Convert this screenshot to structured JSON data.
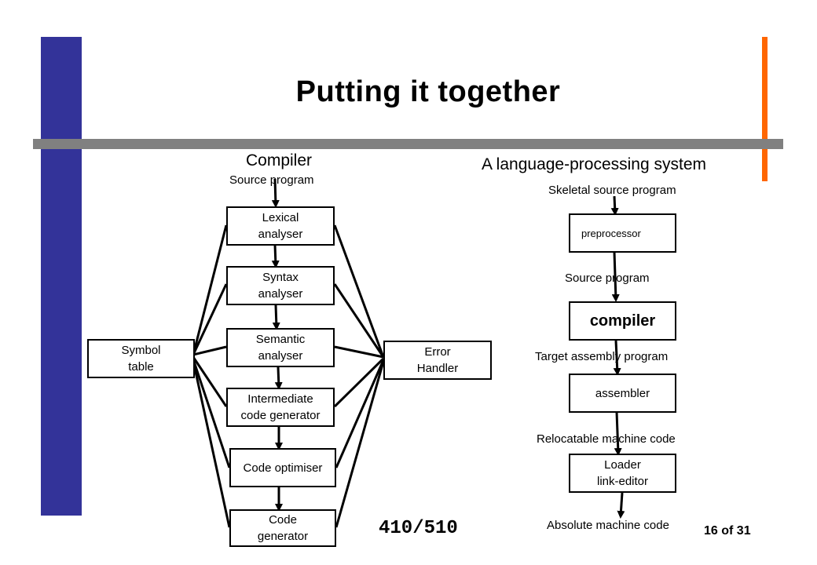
{
  "slide": {
    "title": "Putting it together",
    "course": "410/510",
    "page_number": "16 of 31"
  },
  "colors": {
    "left_bar": "#333399",
    "right_bar": "#ff6600",
    "rule": "#808080"
  },
  "compiler": {
    "heading": "Compiler",
    "input_label": "Source program",
    "phases": [
      "Lexical\nanalyser",
      "Syntax\nanalyser",
      "Semantic\nanalyser",
      "Intermediate\ncode generator",
      "Code optimiser",
      "Code\ngenerator"
    ],
    "symbol_table": "Symbol\ntable",
    "error_handler": "Error\nHandler"
  },
  "system": {
    "heading": "A language-processing  system",
    "input_label": "Skeletal source program",
    "stages": [
      {
        "box": "preprocessor",
        "output": "Source program"
      },
      {
        "box": "compiler",
        "output": "Target assembly program"
      },
      {
        "box": "assembler",
        "output": "Relocatable machine code"
      },
      {
        "box": "Loader\nlink-editor",
        "output": "Absolute machine code"
      }
    ]
  }
}
